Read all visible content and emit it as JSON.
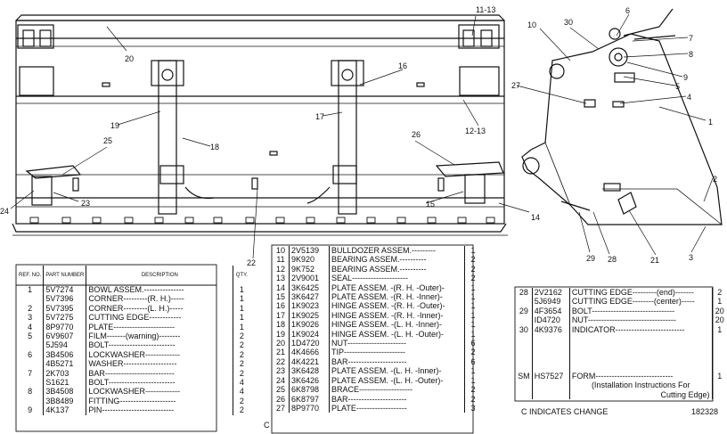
{
  "callouts": [
    {
      "id": "c1",
      "label": "1"
    },
    {
      "id": "c2",
      "label": "2"
    },
    {
      "id": "c3",
      "label": "3"
    },
    {
      "id": "c4",
      "label": "4"
    },
    {
      "id": "c5",
      "label": "5"
    },
    {
      "id": "c6",
      "label": "6"
    },
    {
      "id": "c7",
      "label": "7"
    },
    {
      "id": "c8",
      "label": "8"
    },
    {
      "id": "c9",
      "label": "9"
    },
    {
      "id": "c10",
      "label": "10"
    },
    {
      "id": "c11",
      "label": "11-13"
    },
    {
      "id": "c12",
      "label": "12-13"
    },
    {
      "id": "c14",
      "label": "14"
    },
    {
      "id": "c15",
      "label": "15"
    },
    {
      "id": "c16",
      "label": "16"
    },
    {
      "id": "c17",
      "label": "17"
    },
    {
      "id": "c18",
      "label": "18"
    },
    {
      "id": "c19",
      "label": "19"
    },
    {
      "id": "c20",
      "label": "20"
    },
    {
      "id": "c21",
      "label": "21"
    },
    {
      "id": "c22",
      "label": "22"
    },
    {
      "id": "c23",
      "label": "23"
    },
    {
      "id": "c24",
      "label": "24"
    },
    {
      "id": "c25",
      "label": "25"
    },
    {
      "id": "c26",
      "label": "26"
    },
    {
      "id": "c27",
      "label": "27"
    },
    {
      "id": "c28",
      "label": "28"
    },
    {
      "id": "c29",
      "label": "29"
    },
    {
      "id": "c30",
      "label": "30"
    }
  ],
  "table1": {
    "headers": {
      "ref": "REF. NO.",
      "part": "PART NUMBER",
      "desc": "DESCRIPTION",
      "qty": "QTY."
    },
    "rows": [
      {
        "ref": "1",
        "part": "5V7274",
        "desc": "BOWL ASSEM.---------------",
        "qty": "1"
      },
      {
        "ref": "",
        "part": "5V7396",
        "desc": "CORNER---------(R. H.)-----",
        "qty": "1"
      },
      {
        "ref": "2",
        "part": "5V7395",
        "desc": "CORNER---------(L. H.)-----",
        "qty": "1"
      },
      {
        "ref": "3",
        "part": "5V7275",
        "desc": "CUTTING EDGE------------",
        "qty": "1"
      },
      {
        "ref": "4",
        "part": "8P9770",
        "desc": "PLATE-----------------------",
        "qty": "1"
      },
      {
        "ref": "5",
        "part": "6V9607",
        "desc": "FILM-------(warning)--------",
        "qty": "2"
      },
      {
        "ref": "",
        "part": "5J594",
        "desc": "BOLT-------------------------",
        "qty": "2"
      },
      {
        "ref": "6",
        "part": "3B4506",
        "desc": "LOCKWASHER-------------",
        "qty": "2"
      },
      {
        "ref": "",
        "part": "4B5271",
        "desc": "WASHER--------------------",
        "qty": "2"
      },
      {
        "ref": "7",
        "part": "2K703",
        "desc": "BAR--------------------------",
        "qty": "2"
      },
      {
        "ref": "",
        "part": "S1621",
        "desc": "BOLT-------------------------",
        "qty": "4"
      },
      {
        "ref": "8",
        "part": "3B4508",
        "desc": "LOCKWASHER-------------",
        "qty": "4"
      },
      {
        "ref": "",
        "part": "3B8489",
        "desc": "FITTING---------------------",
        "qty": "2"
      },
      {
        "ref": "9",
        "part": "4K137",
        "desc": "PIN---------------------------",
        "qty": "2"
      }
    ]
  },
  "table2": {
    "rows": [
      {
        "ref": "10",
        "part": "2V5139",
        "desc": "BULLDOZER ASSEM.---------",
        "qty": "1"
      },
      {
        "ref": "11",
        "part": "9K920",
        "desc": "BEARING ASSEM.----------",
        "qty": "2"
      },
      {
        "ref": "12",
        "part": "9K752",
        "desc": "BEARING ASSEM.----------",
        "qty": "2"
      },
      {
        "ref": "13",
        "part": "2V9001",
        "desc": "SEAL---------------------",
        "qty": "2"
      },
      {
        "ref": "14",
        "part": "3K6425",
        "desc": "PLATE ASSEM. -(R. H. -Outer)-",
        "qty": "1"
      },
      {
        "ref": "15",
        "part": "3K6427",
        "desc": "PLATE ASSEM. -(R. H. -Inner)-",
        "qty": "1"
      },
      {
        "ref": "16",
        "part": "1K9023",
        "desc": "HINGE ASSEM. -(R. H. -Outer)-",
        "qty": "1"
      },
      {
        "ref": "17",
        "part": "1K9025",
        "desc": "HINGE ASSEM. -(R. H. -Inner)-",
        "qty": "1"
      },
      {
        "ref": "18",
        "part": "1K9026",
        "desc": "HINGE ASSEM. -(L. H. -Inner)-",
        "qty": "1"
      },
      {
        "ref": "19",
        "part": "1K9024",
        "desc": "HINGE ASSEM. -(L. H. -Outer)-",
        "qty": "1"
      },
      {
        "ref": "20",
        "part": "1D4720",
        "desc": "NUT----------------------",
        "qty": "6"
      },
      {
        "ref": "21",
        "part": "4K4666",
        "desc": "TIP-----------------------",
        "qty": "2"
      },
      {
        "ref": "22",
        "part": "4K4221",
        "desc": "BAR----------------------",
        "qty": "6"
      },
      {
        "ref": "23",
        "part": "3K6428",
        "desc": "PLATE ASSEM. -(L. H. -Inner)-",
        "qty": "1"
      },
      {
        "ref": "24",
        "part": "3K6426",
        "desc": "PLATE ASSEM. -(L. H. -Outer)-",
        "qty": "1"
      },
      {
        "ref": "25",
        "part": "6K8798",
        "desc": "BRACE--------------------",
        "qty": "2"
      },
      {
        "ref": "26",
        "part": "6K8797",
        "desc": "BAR----------------------",
        "qty": "2"
      },
      {
        "ref": "27",
        "part": "8P9770",
        "desc": "PLATE-------------------",
        "qty": "3"
      }
    ],
    "change_mark": "C"
  },
  "table3": {
    "rows": [
      {
        "ref": "28",
        "part": "2V2162",
        "desc": "CUTTING EDGE---------(end)-------",
        "qty": "2"
      },
      {
        "ref": "",
        "part": "5J6949",
        "desc": "CUTTING EDGE--------(center)-----",
        "qty": "1"
      },
      {
        "ref": "29",
        "part": "4F3654",
        "desc": "BOLT-------------------------------",
        "qty": "20"
      },
      {
        "ref": "",
        "part": "ID4720",
        "desc": "NUT---------------------------------",
        "qty": "20"
      },
      {
        "ref": "30",
        "part": "4K9376",
        "desc": "INDICATOR--------------------------",
        "qty": "1"
      }
    ],
    "form_ref": "SM",
    "form_part": "HS7527",
    "form_desc": "FORM-----------------------------",
    "form_note1": "(Installation Instructions For",
    "form_note2": "Cutting Edge)",
    "form_qty": "1"
  },
  "footer": {
    "change_note": "C INDICATES CHANGE",
    "illustration_number": "182328"
  }
}
